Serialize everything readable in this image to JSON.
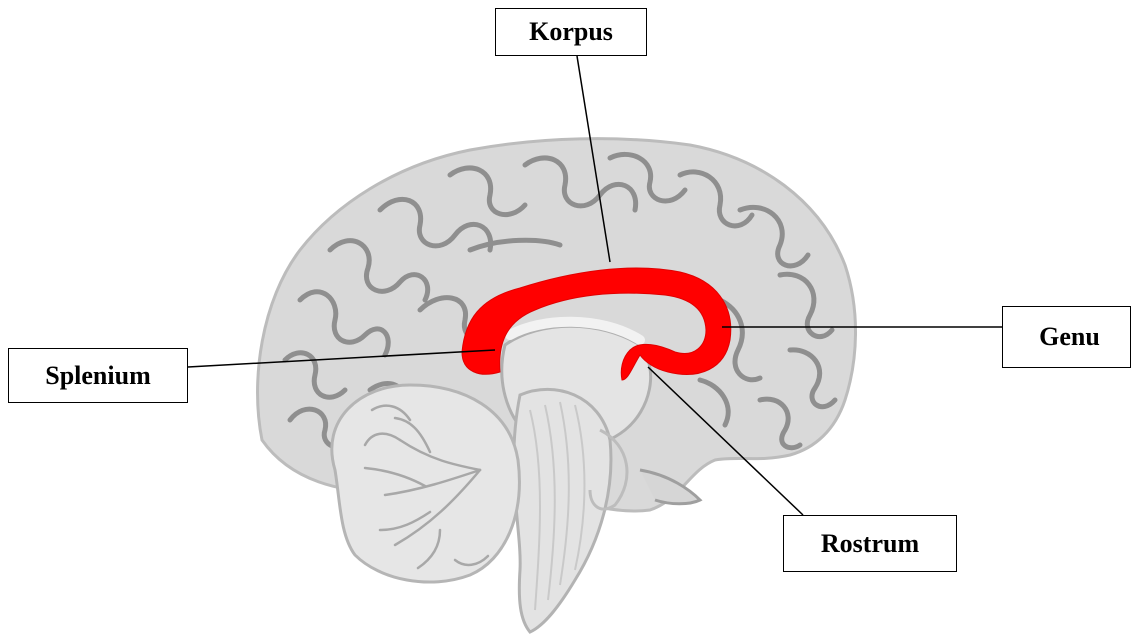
{
  "labels": {
    "korpus": "Korpus",
    "genu": "Genu",
    "splenium": "Splenium",
    "rostrum": "Rostrum"
  },
  "colors": {
    "corpus_callosum": "#ff0000",
    "brain_fill": "#d9d9d9",
    "brain_outline": "#bdbdbd",
    "gyri_lines": "#8c8c8c",
    "label_border": "#000000"
  }
}
